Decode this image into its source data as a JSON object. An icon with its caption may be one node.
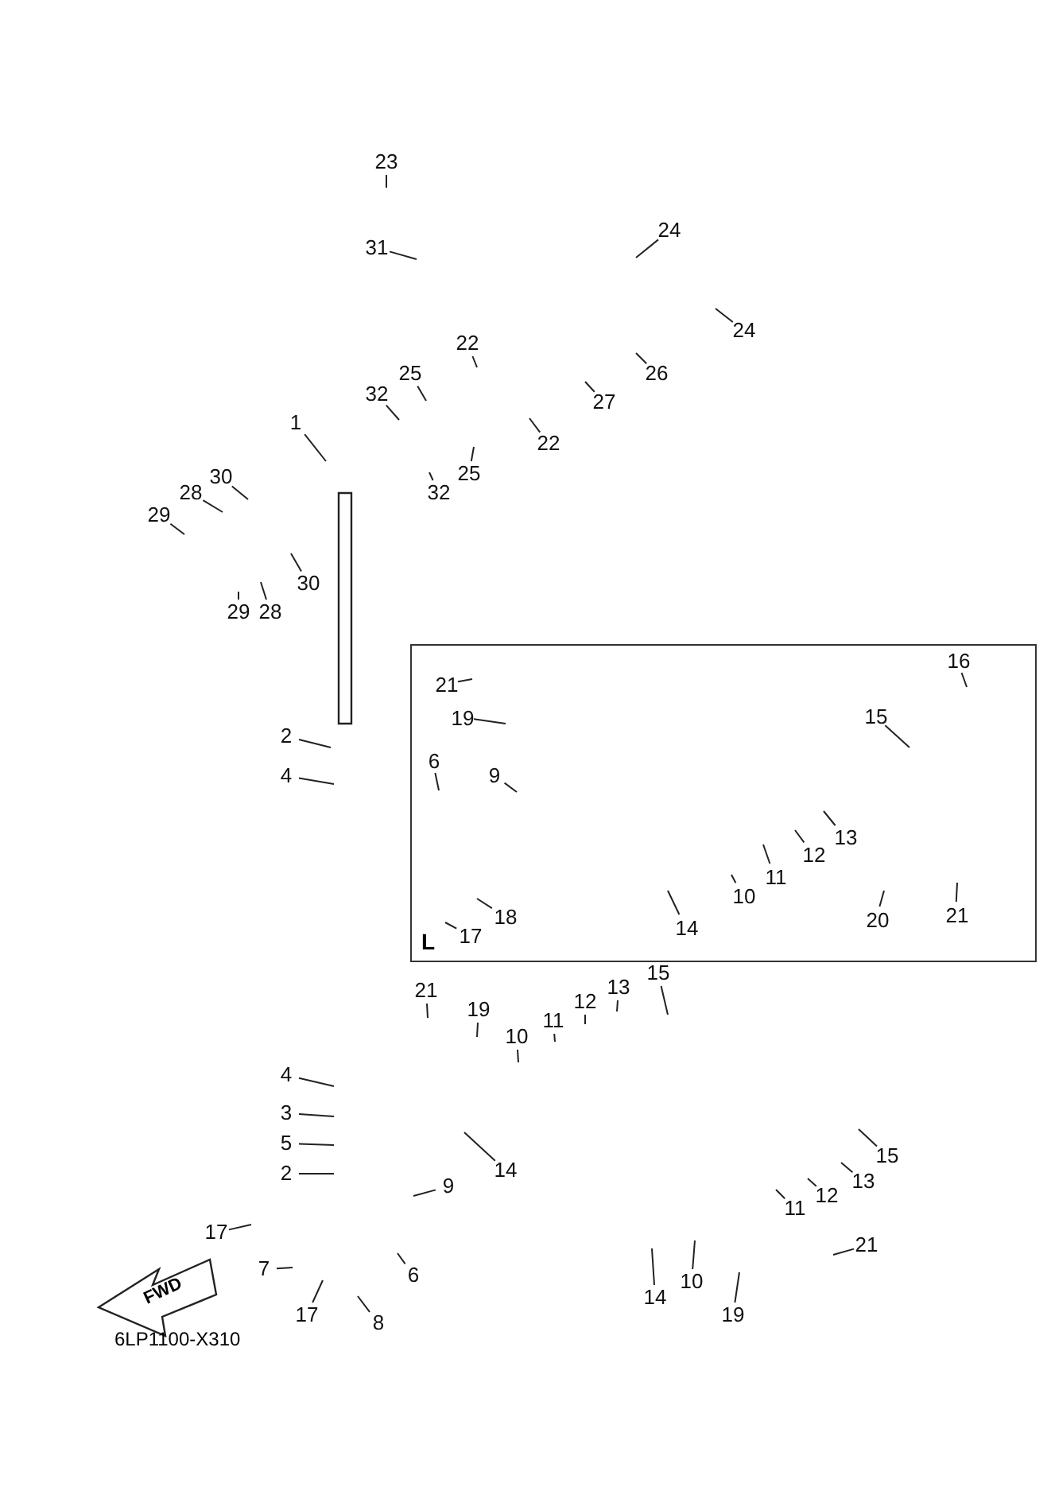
{
  "diagram": {
    "nodes": [
      {
        "text": [
          "23"
        ]
      },
      {
        "text": [
          "31"
        ]
      },
      {
        "text": [
          "24"
        ]
      },
      {
        "text": [
          "24"
        ]
      },
      {
        "text": [
          "22"
        ]
      },
      {
        "text": [
          "26"
        ]
      },
      {
        "text": [
          "25"
        ]
      },
      {
        "text": [
          "27"
        ]
      },
      {
        "text": [
          "32"
        ]
      },
      {
        "text": [
          "22"
        ]
      },
      {
        "text": [
          "25"
        ]
      },
      {
        "text": [
          "1"
        ]
      },
      {
        "text": [
          "32"
        ]
      },
      {
        "text": [
          "30"
        ]
      },
      {
        "text": [
          "28"
        ]
      },
      {
        "text": [
          "29"
        ]
      },
      {
        "text": [
          "30"
        ]
      },
      {
        "text": [
          "28"
        ]
      },
      {
        "text": [
          "29"
        ]
      },
      {
        "text": [
          "2"
        ]
      },
      {
        "text": [
          "4"
        ]
      },
      {
        "text": [
          "L"
        ]
      },
      {
        "text": [
          "21"
        ],
        "in": 21
      },
      {
        "text": [
          "16"
        ],
        "in": 21
      },
      {
        "text": [
          "19"
        ],
        "in": 21
      },
      {
        "text": [
          "15"
        ],
        "in": 21
      },
      {
        "text": [
          "6"
        ],
        "in": 21
      },
      {
        "text": [
          "9"
        ],
        "in": 21
      },
      {
        "text": [
          "13"
        ],
        "in": 21
      },
      {
        "text": [
          "12"
        ],
        "in": 21
      },
      {
        "text": [
          "11"
        ],
        "in": 21
      },
      {
        "text": [
          "10"
        ],
        "in": 21
      },
      {
        "text": [
          "18"
        ],
        "in": 21
      },
      {
        "text": [
          "20"
        ],
        "in": 21
      },
      {
        "text": [
          "21"
        ],
        "in": 21
      },
      {
        "text": [
          "14"
        ],
        "in": 21
      },
      {
        "text": [
          "17"
        ],
        "in": 21
      },
      {
        "text": [
          "15"
        ]
      },
      {
        "text": [
          "13"
        ]
      },
      {
        "text": [
          "12"
        ]
      },
      {
        "text": [
          "21"
        ]
      },
      {
        "text": [
          "19"
        ]
      },
      {
        "text": [
          "11"
        ]
      },
      {
        "text": [
          "10"
        ]
      },
      {
        "text": [
          "4"
        ]
      },
      {
        "text": [
          "3"
        ]
      },
      {
        "text": [
          "5"
        ]
      },
      {
        "text": [
          "14"
        ]
      },
      {
        "text": [
          "2"
        ]
      },
      {
        "text": [
          "15"
        ]
      },
      {
        "text": [
          "9"
        ]
      },
      {
        "text": [
          "13"
        ]
      },
      {
        "text": [
          "12"
        ]
      },
      {
        "text": [
          "11"
        ]
      },
      {
        "text": [
          "17"
        ]
      },
      {
        "text": [
          "21"
        ]
      },
      {
        "text": [
          "7"
        ]
      },
      {
        "text": [
          "6"
        ]
      },
      {
        "text": [
          "10"
        ]
      },
      {
        "text": [
          "14"
        ]
      },
      {
        "text": [
          "17"
        ]
      },
      {
        "text": [
          "8"
        ]
      },
      {
        "text": [
          "19"
        ]
      },
      {
        "text": [
          "FWD"
        ]
      }
    ],
    "edges": [
      {
        "from": 0,
        "to": null,
        "arrow": "none"
      },
      {
        "from": 1,
        "to": null,
        "arrow": "none"
      },
      {
        "from": 2,
        "to": null,
        "arrow": "none"
      },
      {
        "from": 3,
        "to": null,
        "arrow": "none"
      },
      {
        "from": 4,
        "to": null,
        "arrow": "none"
      },
      {
        "from": 5,
        "to": null,
        "arrow": "none"
      },
      {
        "from": 6,
        "to": null,
        "arrow": "none"
      },
      {
        "from": 7,
        "to": null,
        "arrow": "none"
      },
      {
        "from": 8,
        "to": null,
        "arrow": "none"
      },
      {
        "from": 9,
        "to": null,
        "arrow": "none"
      },
      {
        "from": 10,
        "to": null,
        "arrow": "none"
      },
      {
        "from": 11,
        "to": null,
        "arrow": "none"
      },
      {
        "from": 12,
        "to": null,
        "arrow": "none"
      },
      {
        "from": 13,
        "to": null,
        "arrow": "none"
      },
      {
        "from": 14,
        "to": null,
        "arrow": "none"
      },
      {
        "from": 15,
        "to": null,
        "arrow": "none"
      },
      {
        "from": 16,
        "to": null,
        "arrow": "none"
      },
      {
        "from": 17,
        "to": null,
        "arrow": "none"
      },
      {
        "from": 18,
        "to": null,
        "arrow": "none"
      },
      {
        "from": 19,
        "to": null,
        "arrow": "none"
      },
      {
        "from": 20,
        "to": null,
        "arrow": "none"
      },
      {
        "from": 22,
        "to": null,
        "arrow": "none"
      },
      {
        "from": 23,
        "to": null,
        "arrow": "none"
      },
      {
        "from": 24,
        "to": null,
        "arrow": "none"
      },
      {
        "from": 25,
        "to": null,
        "arrow": "none"
      },
      {
        "from": 26,
        "to": null,
        "arrow": "none"
      },
      {
        "from": 27,
        "to": null,
        "arrow": "none"
      },
      {
        "from": 28,
        "to": null,
        "arrow": "none"
      },
      {
        "from": 29,
        "to": null,
        "arrow": "none"
      },
      {
        "from": 30,
        "to": null,
        "arrow": "none"
      },
      {
        "from": 31,
        "to": null,
        "arrow": "none"
      },
      {
        "from": 32,
        "to": null,
        "arrow": "none"
      },
      {
        "from": 33,
        "to": null,
        "arrow": "none"
      },
      {
        "from": 34,
        "to": null,
        "arrow": "none"
      },
      {
        "from": 35,
        "to": null,
        "arrow": "none"
      },
      {
        "from": 36,
        "to": null,
        "arrow": "none"
      },
      {
        "from": 37,
        "to": null,
        "arrow": "none"
      },
      {
        "from": 38,
        "to": null,
        "arrow": "none"
      },
      {
        "from": 39,
        "to": null,
        "arrow": "none"
      },
      {
        "from": 40,
        "to": null,
        "arrow": "none"
      },
      {
        "from": 41,
        "to": null,
        "arrow": "none"
      },
      {
        "from": 42,
        "to": null,
        "arrow": "none"
      },
      {
        "from": 43,
        "to": null,
        "arrow": "none"
      },
      {
        "from": 44,
        "to": null,
        "arrow": "none"
      },
      {
        "from": 45,
        "to": null,
        "arrow": "none"
      },
      {
        "from": 46,
        "to": null,
        "arrow": "none"
      },
      {
        "from": 47,
        "to": null,
        "arrow": "none"
      },
      {
        "from": 48,
        "to": null,
        "arrow": "none"
      },
      {
        "from": 49,
        "to": null,
        "arrow": "none"
      },
      {
        "from": 50,
        "to": null,
        "arrow": "none"
      },
      {
        "from": 51,
        "to": null,
        "arrow": "none"
      },
      {
        "from": 52,
        "to": null,
        "arrow": "none"
      },
      {
        "from": 53,
        "to": null,
        "arrow": "none"
      },
      {
        "from": 54,
        "to": null,
        "arrow": "none"
      },
      {
        "from": 55,
        "to": null,
        "arrow": "none"
      },
      {
        "from": 56,
        "to": null,
        "arrow": "none"
      },
      {
        "from": 57,
        "to": null,
        "arrow": "none"
      },
      {
        "from": 58,
        "to": null,
        "arrow": "none"
      },
      {
        "from": 59,
        "to": null,
        "arrow": "none"
      },
      {
        "from": 60,
        "to": null,
        "arrow": "none"
      },
      {
        "from": 61,
        "to": null,
        "arrow": "none"
      },
      {
        "from": 62,
        "to": null,
        "arrow": "none"
      }
    ],
    "labels": [
      "6LP1100-X310"
    ]
  }
}
